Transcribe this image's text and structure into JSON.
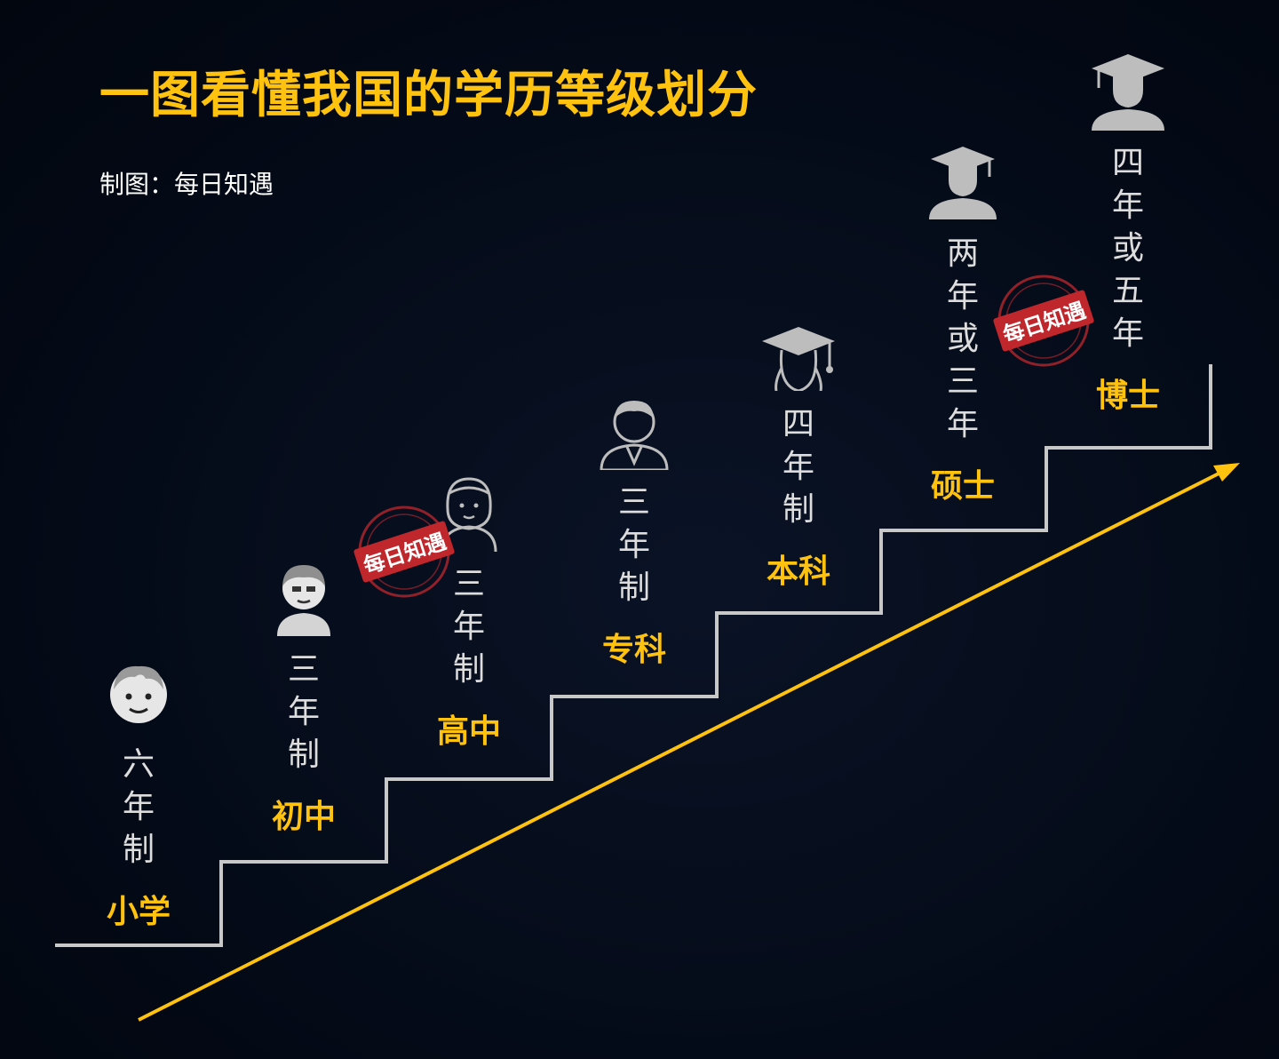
{
  "title": "一图看懂我国的学历等级划分",
  "credit": "制图：每日知遇",
  "watermark": "每日知遇",
  "colors": {
    "accent": "#ffc20e",
    "stairs": "#c8c8c8",
    "text": "#dddddd",
    "stamp": "#c0272d"
  },
  "levels": [
    {
      "name": "小学",
      "years": [
        "六",
        "年",
        "制"
      ],
      "icon": "boy-face-icon"
    },
    {
      "name": "初中",
      "years": [
        "三",
        "年",
        "制"
      ],
      "icon": "teen-student-icon"
    },
    {
      "name": "高中",
      "years": [
        "三",
        "年",
        "制"
      ],
      "icon": "highschool-student-icon"
    },
    {
      "name": "专科",
      "years": [
        "三",
        "年",
        "制"
      ],
      "icon": "college-man-icon"
    },
    {
      "name": "本科",
      "years": [
        "四",
        "年",
        "制"
      ],
      "icon": "graduate-cap-woman-icon"
    },
    {
      "name": "硕士",
      "years": [
        "两",
        "年",
        "或",
        "三",
        "年"
      ],
      "icon": "master-graduate-icon"
    },
    {
      "name": "博士",
      "years": [
        "四",
        "年",
        "或",
        "五",
        "年"
      ],
      "icon": "doctor-graduate-icon"
    }
  ]
}
